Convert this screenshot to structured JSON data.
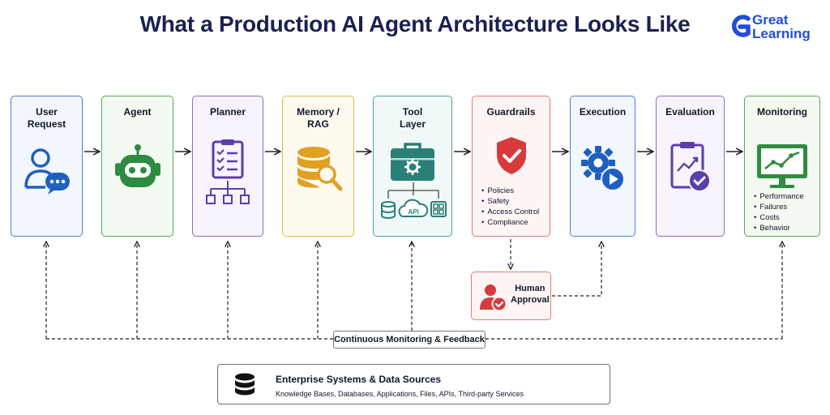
{
  "title": "What a Production AI Agent Architecture Looks Like",
  "logo": {
    "line1": "Great",
    "line2": "Learning"
  },
  "stages": [
    {
      "label": "User\nRequest",
      "icon": "user-chat-icon",
      "border": "#4a7fd6",
      "bg": "#f2f6fd"
    },
    {
      "label": "Agent",
      "icon": "robot-icon",
      "border": "#58a85c",
      "bg": "#f3faf1"
    },
    {
      "label": "Planner",
      "icon": "planner-icon",
      "border": "#8a6ccf",
      "bg": "#f7f4fd"
    },
    {
      "label": "Memory /\nRAG",
      "icon": "database-search-icon",
      "border": "#e7b54a",
      "bg": "#fefaf0"
    },
    {
      "label": "Tool\nLayer",
      "icon": "toolbox-icon",
      "border": "#4aa39b",
      "bg": "#f1f9f8"
    },
    {
      "label": "Guardrails",
      "icon": "shield-check-icon",
      "border": "#e57a7a",
      "bg": "#fff5f5",
      "items": [
        "Policies",
        "Safety",
        "Access Control",
        "Compliance"
      ]
    },
    {
      "label": "Execution",
      "icon": "gear-play-icon",
      "border": "#4a7fd6",
      "bg": "#f2f6fd"
    },
    {
      "label": "Evaluation",
      "icon": "evaluation-icon",
      "border": "#8a6ccf",
      "bg": "#f7f4fd"
    },
    {
      "label": "Monitoring",
      "icon": "monitor-chart-icon",
      "border": "#58a85c",
      "bg": "#f3faf1",
      "items": [
        "Performance",
        "Failures",
        "Costs",
        "Behavior"
      ]
    }
  ],
  "tool_api_label": "API",
  "human_approval": {
    "line1": "Human",
    "line2": "Approval"
  },
  "feedback_label": "Continuous Monitoring & Feedback",
  "enterprise": {
    "title": "Enterprise Systems & Data Sources",
    "subtitle": "Knowledge Bases, Databases, Applications, Files, APIs, Third-party Services"
  },
  "colors": {
    "title": "#1b2150",
    "brand_blue": "#1f4ed8",
    "icon_blue": "#1f5fbf",
    "icon_green": "#2e8b40",
    "icon_purple": "#5b3fa8",
    "icon_orange": "#e0a021",
    "icon_teal": "#2a7f76",
    "icon_red": "#d63b3b"
  }
}
